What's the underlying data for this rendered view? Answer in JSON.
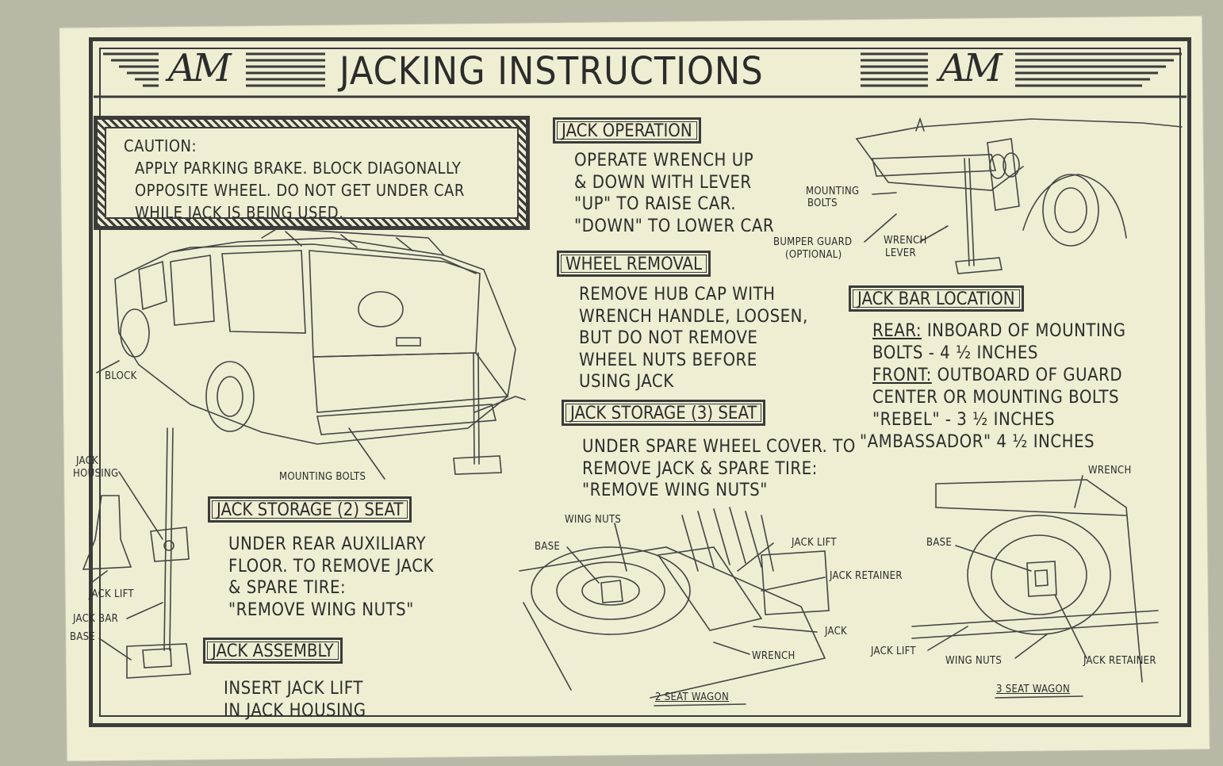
{
  "header": {
    "title": "JACKING INSTRUCTIONS",
    "logo_left": "AM",
    "logo_right": "AM"
  },
  "caution": {
    "heading": "CAUTION:",
    "lines": [
      "APPLY PARKING BRAKE. BLOCK DIAGONALLY",
      "OPPOSITE WHEEL. DO NOT GET UNDER CAR",
      "WHILE JACK IS BEING USED."
    ]
  },
  "jack_operation": {
    "label": "JACK OPERATION",
    "lines": [
      "OPERATE WRENCH UP",
      "& DOWN WITH LEVER",
      "\"UP\" TO RAISE CAR.",
      "\"DOWN\" TO LOWER CAR"
    ]
  },
  "wheel_removal": {
    "label": "WHEEL REMOVAL",
    "lines": [
      "REMOVE HUB CAP WITH",
      "WRENCH HANDLE, LOOSEN,",
      "BUT DO NOT REMOVE",
      "WHEEL NUTS BEFORE",
      "USING JACK"
    ]
  },
  "jack_storage_3": {
    "label": "JACK STORAGE (3) SEAT",
    "lines": [
      "UNDER SPARE WHEEL COVER. TO",
      "REMOVE JACK & SPARE TIRE:",
      "\"REMOVE WING NUTS\""
    ]
  },
  "jack_storage_2": {
    "label": "JACK STORAGE (2) SEAT",
    "lines": [
      "UNDER REAR AUXILIARY",
      "FLOOR. TO REMOVE JACK",
      "& SPARE TIRE:",
      "\"REMOVE WING NUTS\""
    ]
  },
  "jack_assembly": {
    "label": "JACK ASSEMBLY",
    "lines": [
      "INSERT JACK LIFT",
      "IN JACK HOUSING"
    ]
  },
  "jack_bar_location": {
    "label": "JACK BAR LOCATION",
    "rear_key": "REAR:",
    "rear_lines": [
      "INBOARD OF MOUNTING",
      "BOLTS - 4 ½  INCHES"
    ],
    "front_key": "FRONT:",
    "front_lines": [
      "OUTBOARD OF GUARD",
      "CENTER OR MOUNTING BOLTS",
      "\"REBEL\" - 3 ½  INCHES",
      "\"AMBASSADOR\" 4 ½  INCHES"
    ]
  },
  "callouts": {
    "block": "BLOCK",
    "mounting_bolts": "MOUNTING BOLTS",
    "jack_housing_1": "JACK",
    "jack_housing_2": "HOUSING",
    "jack_lift": "JACK LIFT",
    "jack_bar": "JACK BAR",
    "base": "BASE",
    "mounting_1": "MOUNTING",
    "bolts_1": "BOLTS",
    "bumper_guard": "BUMPER GUARD",
    "optional": "(OPTIONAL)",
    "wrench_1": "WRENCH",
    "lever": "LEVER",
    "wing_nuts_a": "WING NUTS",
    "base_a": "BASE",
    "jack_lift_a": "JACK LIFT",
    "jack_retainer_a": "JACK RETAINER",
    "jack_a": "JACK",
    "wrench_a": "WRENCH",
    "two_seat_wagon": "2 SEAT WAGON",
    "wrench_b": "WRENCH",
    "base_b": "BASE",
    "jack_lift_b": "JACK LIFT",
    "wing_nuts_b": "WING NUTS",
    "jack_retainer_b": "JACK RETAINER",
    "three_seat_wagon": "3 SEAT WAGON"
  }
}
